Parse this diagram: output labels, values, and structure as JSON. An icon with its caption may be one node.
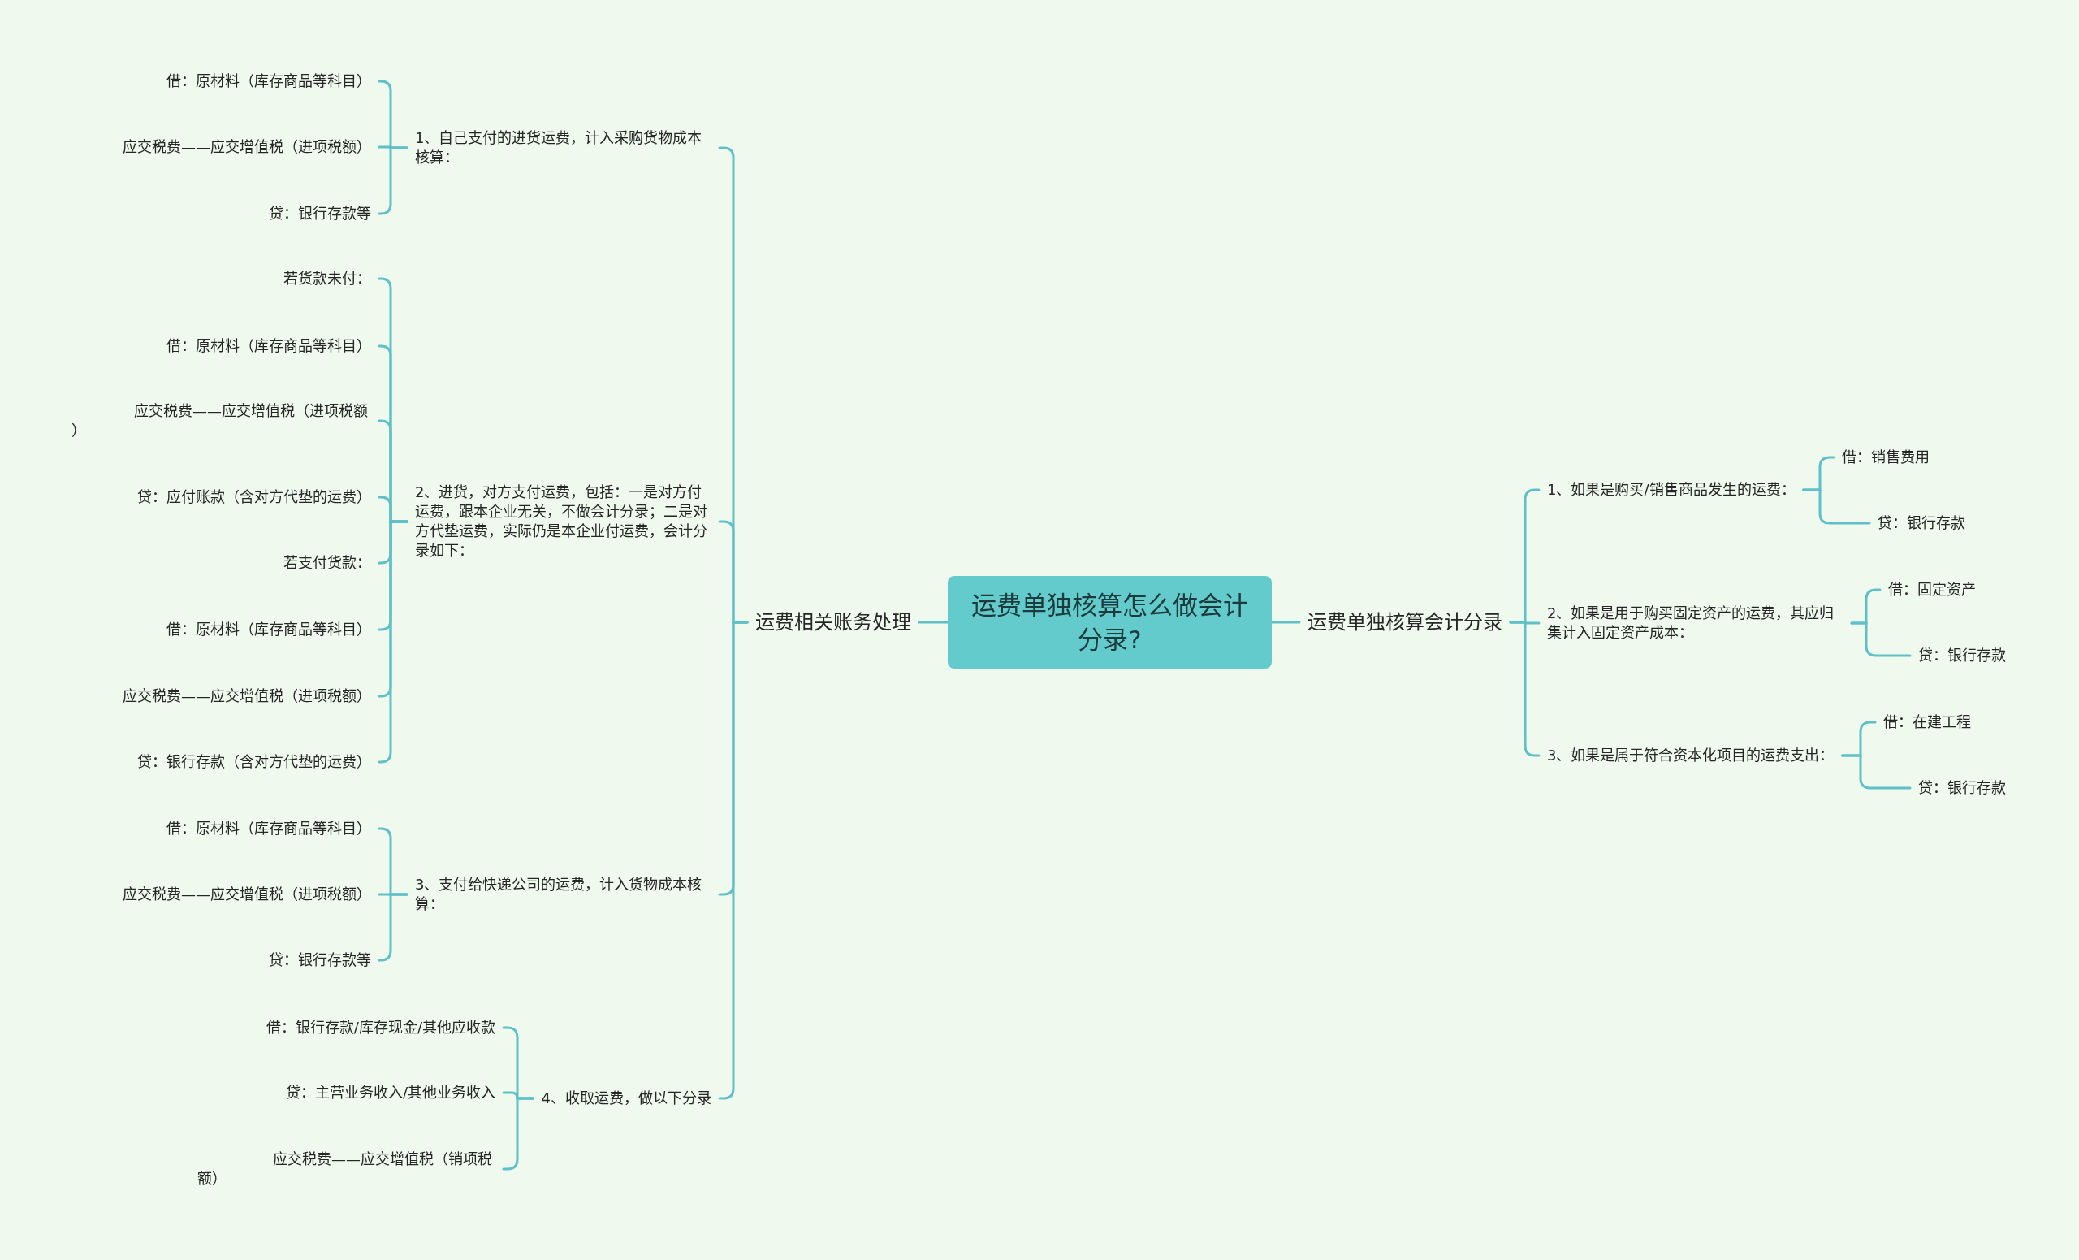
{
  "diagram": {
    "nodes": [
      {
        "text": [
          "运费单独核算怎么做会计分录?"
        ]
      },
      {
        "text": [
          "运费相关账务处理"
        ]
      },
      {
        "text": [
          "1、自己支付的进货运费，计入采购货物成本核算："
        ]
      },
      {
        "text": [
          "借：原材料（库存商品等科目）"
        ]
      },
      {
        "text": [
          "应交税费——应交增值税（进项税额）"
        ]
      },
      {
        "text": [
          "贷：银行存款等"
        ]
      },
      {
        "text": [
          "2、进货，对方支付运费，包括：一是对方付运费，跟本企业无关，不做会计分录；二是对方代垫运费，实际仍是本企业付运费，会计分录如下："
        ]
      },
      {
        "text": [
          "若货款未付："
        ]
      },
      {
        "text": [
          "借：原材料（库存商品等科目）"
        ]
      },
      {
        "text": [
          "应交税费——应交增值税（进项税额）"
        ]
      },
      {
        "text": [
          "贷：应付账款（含对方代垫的运费）"
        ]
      },
      {
        "text": [
          "若支付货款："
        ]
      },
      {
        "text": [
          "借：原材料（库存商品等科目）"
        ]
      },
      {
        "text": [
          "应交税费——应交增值税（进项税额）"
        ]
      },
      {
        "text": [
          "贷：银行存款（含对方代垫的运费）"
        ]
      },
      {
        "text": [
          "3、支付给快递公司的运费，计入货物成本核算："
        ]
      },
      {
        "text": [
          "借：原材料（库存商品等科目）"
        ]
      },
      {
        "text": [
          "应交税费——应交增值税（进项税额）"
        ]
      },
      {
        "text": [
          "贷：银行存款等"
        ]
      },
      {
        "text": [
          "4、收取运费，做以下分录"
        ]
      },
      {
        "text": [
          "借：银行存款/库存现金/其他应收款"
        ]
      },
      {
        "text": [
          "贷：主营业务收入/其他业务收入"
        ]
      },
      {
        "text": [
          "应交税费——应交增值税（销项税额）"
        ]
      },
      {
        "text": [
          "运费单独核算会计分录"
        ]
      },
      {
        "text": [
          "1、如果是购买/销售商品发生的运费："
        ]
      },
      {
        "text": [
          "借：销售费用"
        ]
      },
      {
        "text": [
          "贷：银行存款"
        ]
      },
      {
        "text": [
          "2、如果是用于购买固定资产的运费，其应归集计入固定资产成本："
        ]
      },
      {
        "text": [
          "借：固定资产"
        ]
      },
      {
        "text": [
          "贷：银行存款"
        ]
      },
      {
        "text": [
          "3、如果是属于符合资本化项目的运费支出："
        ]
      },
      {
        "text": [
          "借：在建工程"
        ]
      },
      {
        "text": [
          "贷：银行存款"
        ]
      }
    ],
    "edges": [
      {
        "from": 0,
        "to": 1,
        "arrow": "none"
      },
      {
        "from": 1,
        "to": 2,
        "arrow": "none"
      },
      {
        "from": 2,
        "to": 3,
        "arrow": "none"
      },
      {
        "from": 2,
        "to": 4,
        "arrow": "none"
      },
      {
        "from": 2,
        "to": 5,
        "arrow": "none"
      },
      {
        "from": 1,
        "to": 6,
        "arrow": "none"
      },
      {
        "from": 6,
        "to": 7,
        "arrow": "none"
      },
      {
        "from": 6,
        "to": 8,
        "arrow": "none"
      },
      {
        "from": 6,
        "to": 9,
        "arrow": "none"
      },
      {
        "from": 6,
        "to": 10,
        "arrow": "none"
      },
      {
        "from": 6,
        "to": 11,
        "arrow": "none"
      },
      {
        "from": 6,
        "to": 12,
        "arrow": "none"
      },
      {
        "from": 6,
        "to": 13,
        "arrow": "none"
      },
      {
        "from": 6,
        "to": 14,
        "arrow": "none"
      },
      {
        "from": 1,
        "to": 15,
        "arrow": "none"
      },
      {
        "from": 15,
        "to": 16,
        "arrow": "none"
      },
      {
        "from": 15,
        "to": 17,
        "arrow": "none"
      },
      {
        "from": 15,
        "to": 18,
        "arrow": "none"
      },
      {
        "from": 1,
        "to": 19,
        "arrow": "none"
      },
      {
        "from": 19,
        "to": 20,
        "arrow": "none"
      },
      {
        "from": 19,
        "to": 21,
        "arrow": "none"
      },
      {
        "from": 19,
        "to": 22,
        "arrow": "none"
      },
      {
        "from": 0,
        "to": 23,
        "arrow": "none"
      },
      {
        "from": 23,
        "to": 24,
        "arrow": "none"
      },
      {
        "from": 24,
        "to": 25,
        "arrow": "none"
      },
      {
        "from": 24,
        "to": 26,
        "arrow": "none"
      },
      {
        "from": 23,
        "to": 27,
        "arrow": "none"
      },
      {
        "from": 27,
        "to": 28,
        "arrow": "none"
      },
      {
        "from": 27,
        "to": 29,
        "arrow": "none"
      },
      {
        "from": 23,
        "to": 30,
        "arrow": "none"
      },
      {
        "from": 30,
        "to": 31,
        "arrow": "none"
      },
      {
        "from": 30,
        "to": 32,
        "arrow": "none"
      }
    ]
  }
}
